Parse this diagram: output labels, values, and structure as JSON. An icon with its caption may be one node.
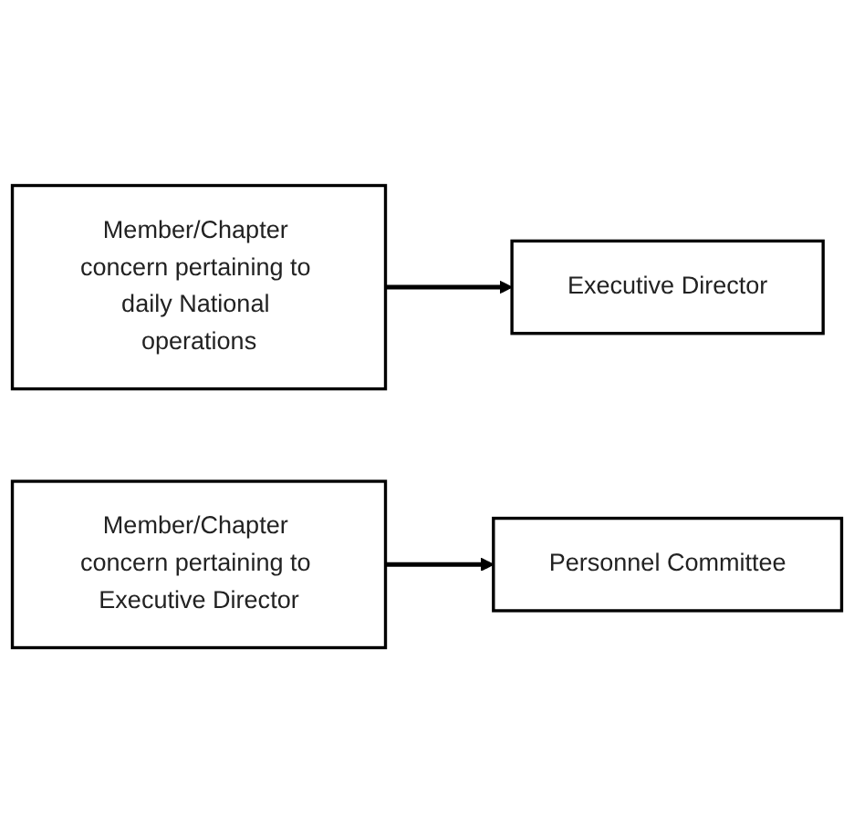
{
  "diagram": {
    "nodes": [
      {
        "text": [
          "Member/Chapter concern pertaining to daily National operations"
        ]
      },
      {
        "text": [
          "Executive Director"
        ]
      },
      {
        "text": [
          "Member/Chapter concern pertaining to Executive Director"
        ]
      },
      {
        "text": [
          "Personnel Committee"
        ]
      }
    ],
    "edges": [
      {
        "from": 0,
        "to": 1,
        "arrow": "to"
      },
      {
        "from": 2,
        "to": 3,
        "arrow": "to"
      }
    ]
  }
}
